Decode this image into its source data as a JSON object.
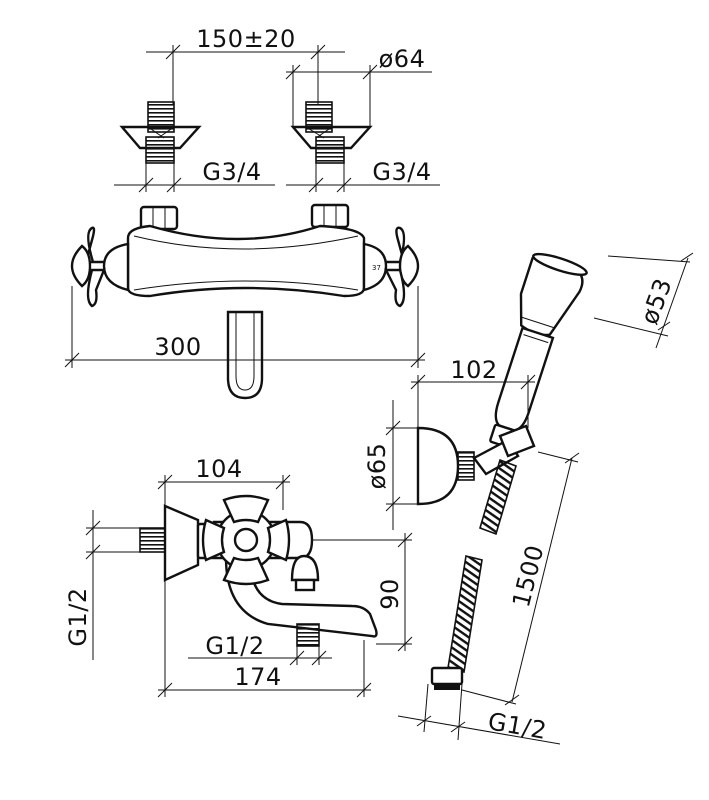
{
  "dimensions": {
    "spacing": "150±20",
    "diameter_64": "ø64",
    "thread_left": "G3/4",
    "thread_right": "G3/4",
    "width_300": "300",
    "diameter_53": "ø53",
    "depth_102": "102",
    "diameter_65": "ø65",
    "depth_104": "104",
    "height_90": "90",
    "length_1500": "1500",
    "inlet_thread": "G1/2",
    "spout_thread": "G1/2",
    "length_174": "174",
    "hose_thread": "G1/2"
  },
  "sticker_text": "37"
}
